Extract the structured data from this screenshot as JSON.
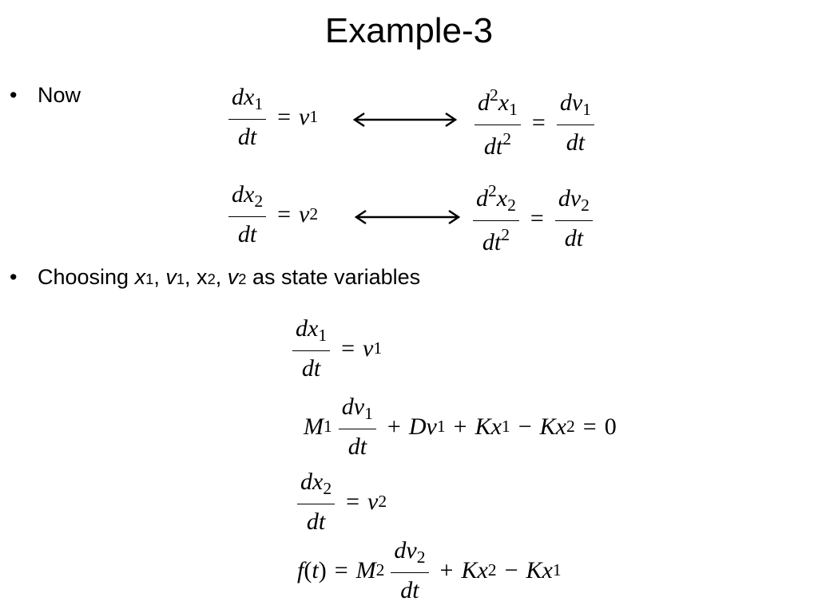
{
  "slide": {
    "title": "Example-3"
  },
  "bullets": [
    {
      "marker": "•",
      "text": "Now"
    },
    {
      "marker": "•",
      "prefix": "Choosing ",
      "x1": "x",
      "x1_sub": "1",
      "sep1": ", ",
      "v1": "v",
      "v1_sub": "1",
      "sep2": ", x",
      "x2_sub": "2",
      "sep3": ", ",
      "v2": "v",
      "v2_sub": "2",
      "suffix": " as state variables"
    }
  ],
  "symbols": {
    "d": "d",
    "dt": "dt",
    "dx": "dx",
    "dv": "dv",
    "x": "x",
    "v": "v",
    "M": "M",
    "D": "D",
    "K": "K",
    "f": "f",
    "t": "t",
    "equals": "=",
    "plus": "+",
    "minus": "−",
    "zero": "0",
    "one": "1",
    "two": "2",
    "lparen": "(",
    "rparen": ")"
  }
}
